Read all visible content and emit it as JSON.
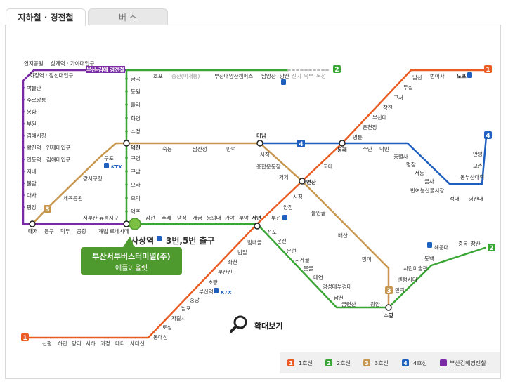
{
  "tabs": [
    {
      "label": "지하철 · 경전철",
      "active": true
    },
    {
      "label": "버 스",
      "active": false
    }
  ],
  "colors": {
    "line1": "#ea5b21",
    "line2": "#3aa635",
    "line3": "#c8974f",
    "line4": "#1f5fbf",
    "busan_gimhae": "#7b2aa5",
    "callout": "#4f9a2e"
  },
  "map": {
    "line_badges": {
      "l1": "1",
      "l2": "2",
      "l3": "3",
      "l4": "4"
    },
    "special_label": "부산-김해 경전철",
    "callout_station": "사상역",
    "callout_exit": "3번,5번 출구",
    "callout_title": "부산서부버스터미널(주)",
    "callout_sub": "애플아울렛",
    "zoom_label": "확대보기",
    "ktx": "KTX",
    "stations": {
      "s01": "연지공원",
      "s02": "삼계역 · 가야대입구",
      "s03": "화정역 · 장신대입구",
      "s04": "박물관",
      "s05": "수로왕릉",
      "s06": "봉황",
      "s07": "부원",
      "s08": "김해시청",
      "s09": "활천역 · 인제대입구",
      "s10": "안동역 · 김해대입구",
      "s11": "지내",
      "s12": "불암",
      "s13": "대사",
      "s14": "평강",
      "s15": "대저",
      "s16": "등구",
      "s17": "덕두",
      "s18": "공항",
      "s19": "괘법 르네시떼",
      "s20": "서부산 유통지구",
      "s21": "금곡",
      "s22": "동원",
      "s23": "율리",
      "s24": "화명",
      "s25": "수정",
      "s26": "덕천",
      "s27": "구명",
      "s28": "구남",
      "s29": "모라",
      "s30": "모덕",
      "s31": "덕포",
      "s32": "호포",
      "s33": "증산(미개통)",
      "s34": "부산대양산캠퍼스",
      "s35": "남양산",
      "s36": "양산",
      "s37": "신기",
      "s38": "북부",
      "s39": "복정",
      "s40": "숙등",
      "s41": "남산정",
      "s42": "만덕",
      "s43": "미남",
      "s44": "감전",
      "s45": "주례",
      "s46": "냉정",
      "s47": "개금",
      "s48": "동의대",
      "s49": "가야",
      "s50": "부암",
      "s51": "서면",
      "s52": "구포",
      "s53": "강서구청",
      "s54": "체육공원",
      "s55": "사직",
      "s56": "종합운동장",
      "s57": "거제",
      "s58": "연산",
      "s59": "물만골",
      "s60": "배산",
      "s61": "망미",
      "s62": "수영",
      "s63": "동래",
      "s64": "수안",
      "s65": "낙민",
      "s66": "충렬사",
      "s67": "명장",
      "s68": "서동",
      "s69": "금사",
      "s70": "반여농산물시장",
      "s71": "석대",
      "s72": "영산대",
      "s73": "동부산대학",
      "s74": "고촌",
      "s75": "안평",
      "s76": "노포",
      "s77": "범어사",
      "s78": "남산",
      "s79": "두실",
      "s80": "구서",
      "s81": "장전",
      "s82": "부산대",
      "s83": "온천장",
      "s84": "명륜",
      "s85": "교대",
      "s86": "시청",
      "s87": "양정",
      "s88": "부전",
      "s89": "범내골",
      "s90": "범일",
      "s91": "좌천",
      "s92": "부산진",
      "s93": "초량",
      "s94": "부산역",
      "s95": "중앙",
      "s96": "남포",
      "s97": "자갈치",
      "s98": "토성",
      "s99": "동대신",
      "s100": "서대신",
      "s101": "대티",
      "s102": "괴정",
      "s103": "사하",
      "s104": "당리",
      "s105": "하단",
      "s106": "신평",
      "s107": "전포",
      "s108": "문전",
      "s109": "문현",
      "s110": "지게골",
      "s111": "못골",
      "s112": "대연",
      "s113": "경성대부경대",
      "s114": "남천",
      "s115": "금련산",
      "s116": "광안",
      "s117": "민락",
      "s118": "센텀시티",
      "s119": "시립미술관",
      "s120": "동백",
      "s121": "해운대",
      "s122": "중동",
      "s123": "장산"
    }
  },
  "legend": [
    {
      "num": "1",
      "label": "1호선"
    },
    {
      "num": "2",
      "label": "2호선"
    },
    {
      "num": "3",
      "label": "3호선"
    },
    {
      "num": "4",
      "label": "4호선"
    },
    {
      "num": "",
      "label": "부산김해경전철"
    }
  ]
}
